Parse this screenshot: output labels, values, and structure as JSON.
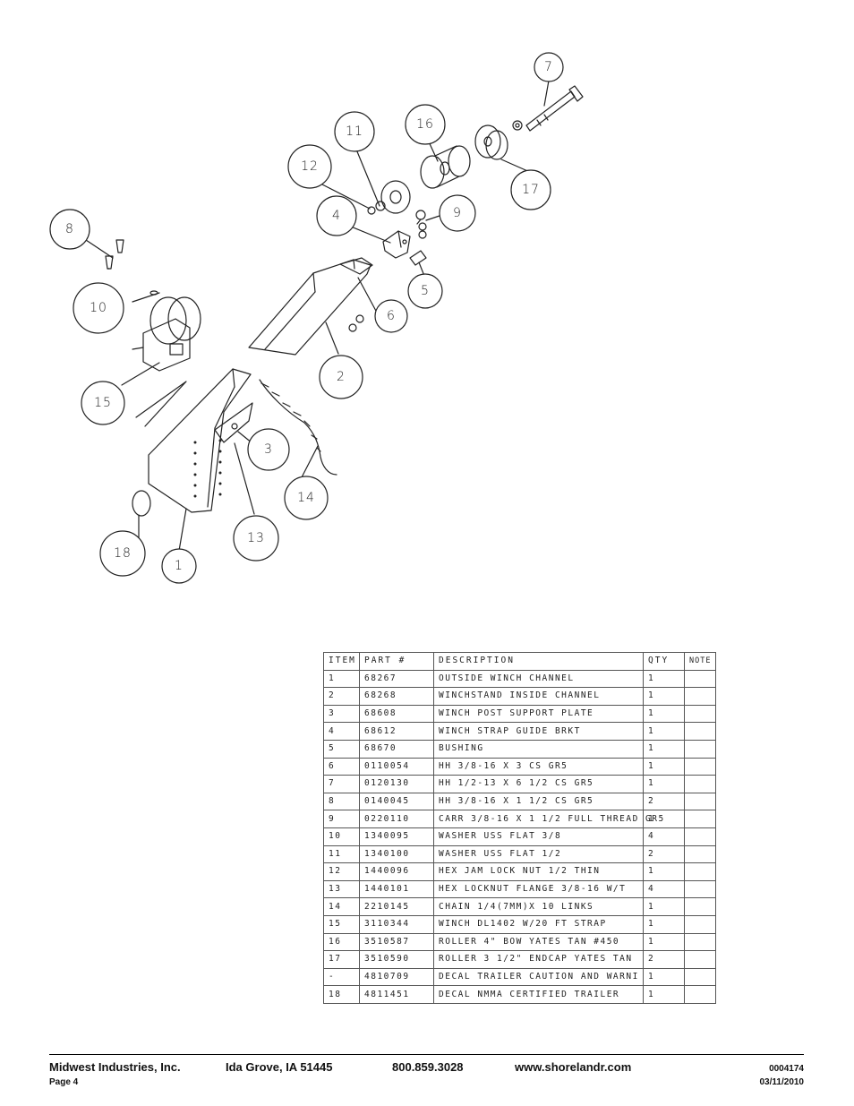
{
  "callouts": [
    {
      "label": "7"
    },
    {
      "label": "16"
    },
    {
      "label": "11"
    },
    {
      "label": "12"
    },
    {
      "label": "17"
    },
    {
      "label": "4"
    },
    {
      "label": "9"
    },
    {
      "label": "8"
    },
    {
      "label": "5"
    },
    {
      "label": "10"
    },
    {
      "label": "6"
    },
    {
      "label": "2"
    },
    {
      "label": "15"
    },
    {
      "label": "3"
    },
    {
      "label": "14"
    },
    {
      "label": "13"
    },
    {
      "label": "18"
    },
    {
      "label": "1"
    }
  ],
  "parts_table": {
    "headers": [
      "ITEM",
      "PART #",
      "DESCRIPTION",
      "QTY",
      "NOTE"
    ],
    "rows": [
      {
        "item": "1",
        "part": "68267",
        "description": "OUTSIDE WINCH CHANNEL",
        "qty": "1",
        "note": ""
      },
      {
        "item": "2",
        "part": "68268",
        "description": "WINCHSTAND   INSIDE CHANNEL",
        "qty": "1",
        "note": ""
      },
      {
        "item": "3",
        "part": "68608",
        "description": "WINCH POST SUPPORT PLATE",
        "qty": "1",
        "note": ""
      },
      {
        "item": "4",
        "part": "68612",
        "description": "WINCH STRAP GUIDE BRKT",
        "qty": "1",
        "note": ""
      },
      {
        "item": "5",
        "part": "68670",
        "description": "BUSHING",
        "qty": "1",
        "note": ""
      },
      {
        "item": "6",
        "part": "0110054",
        "description": "HH 3/8-16 X 3 CS GR5",
        "qty": "1",
        "note": ""
      },
      {
        "item": "7",
        "part": "0120130",
        "description": "HH 1/2-13 X 6 1/2 CS GR5",
        "qty": "1",
        "note": ""
      },
      {
        "item": "8",
        "part": "0140045",
        "description": "HH 3/8-16 X 1 1/2 CS GR5",
        "qty": "2",
        "note": ""
      },
      {
        "item": "9",
        "part": "0220110",
        "description": "CARR 3/8-16 X 1 1/2 FULL THREAD GR5",
        "qty": "1",
        "note": ""
      },
      {
        "item": "10",
        "part": "1340095",
        "description": "WASHER USS FLAT 3/8",
        "qty": "4",
        "note": ""
      },
      {
        "item": "11",
        "part": "1340100",
        "description": "WASHER USS FLAT 1/2",
        "qty": "2",
        "note": ""
      },
      {
        "item": "12",
        "part": "1440096",
        "description": "HEX JAM LOCK NUT 1/2 THIN",
        "qty": "1",
        "note": ""
      },
      {
        "item": "13",
        "part": "1440101",
        "description": "HEX LOCKNUT FLANGE 3/8-16 W/T",
        "qty": "4",
        "note": ""
      },
      {
        "item": "14",
        "part": "2210145",
        "description": "CHAIN 1/4(7MM)X 10 LINKS",
        "qty": "1",
        "note": ""
      },
      {
        "item": "15",
        "part": "3110344",
        "description": "WINCH DL1402 W/20 FT STRAP",
        "qty": "1",
        "note": ""
      },
      {
        "item": "16",
        "part": "3510587",
        "description": "ROLLER 4\" BOW YATES TAN #450",
        "qty": "1",
        "note": ""
      },
      {
        "item": "17",
        "part": "3510590",
        "description": "ROLLER 3 1/2\" ENDCAP YATES TAN",
        "qty": "2",
        "note": ""
      },
      {
        "item": "-",
        "part": "4810709",
        "description": "DECAL TRAILER CAUTION AND WARNI",
        "qty": "1",
        "note": ""
      },
      {
        "item": "18",
        "part": "4811451",
        "description": " DECAL NMMA CERTIFIED TRAILER",
        "qty": "1",
        "note": ""
      }
    ]
  },
  "footer": {
    "company": "Midwest Industries, Inc.",
    "city": "Ida Grove, IA  51445",
    "phone": "800.859.3028",
    "website": "www.shorelandr.com",
    "doc_number": "0004174",
    "page": "Page 4",
    "date": "03/11/2010"
  }
}
